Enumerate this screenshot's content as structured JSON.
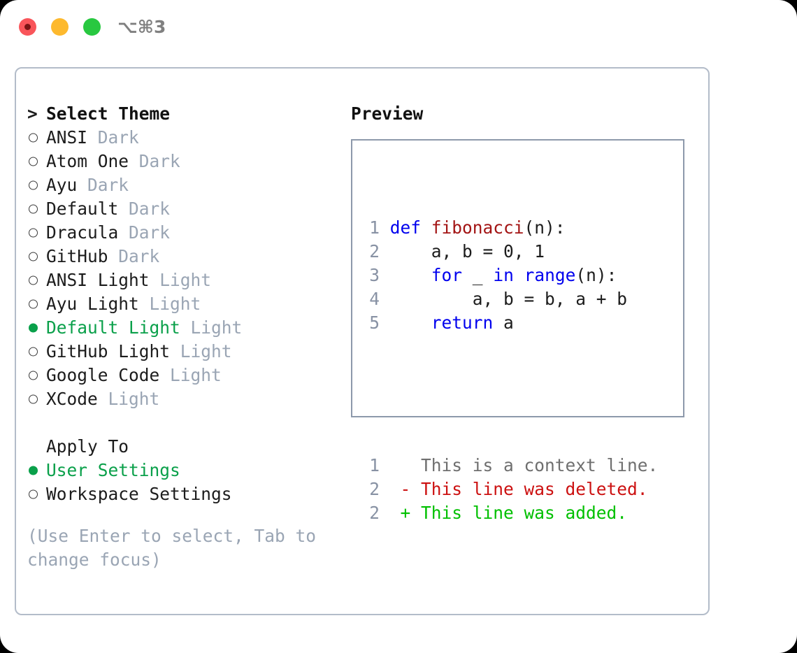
{
  "titlebar": {
    "shortcut": "⌥⌘3",
    "buttons": [
      {
        "name": "close",
        "color": "#f9555a"
      },
      {
        "name": "minimize",
        "color": "#fdb92e"
      },
      {
        "name": "maximize",
        "color": "#28c840"
      }
    ]
  },
  "left": {
    "header": {
      "marker": ">",
      "label": "Select Theme"
    },
    "themes": [
      {
        "marker": "○",
        "label": "ANSI",
        "tag": "Dark",
        "selected": false
      },
      {
        "marker": "○",
        "label": "Atom One",
        "tag": "Dark",
        "selected": false
      },
      {
        "marker": "○",
        "label": "Ayu",
        "tag": "Dark",
        "selected": false
      },
      {
        "marker": "○",
        "label": "Default",
        "tag": "Dark",
        "selected": false
      },
      {
        "marker": "○",
        "label": "Dracula",
        "tag": "Dark",
        "selected": false
      },
      {
        "marker": "○",
        "label": "GitHub",
        "tag": "Dark",
        "selected": false
      },
      {
        "marker": "○",
        "label": "ANSI Light",
        "tag": "Light",
        "selected": false
      },
      {
        "marker": "○",
        "label": "Ayu Light",
        "tag": "Light",
        "selected": false
      },
      {
        "marker": "●",
        "label": "Default Light",
        "tag": "Light",
        "selected": true
      },
      {
        "marker": "○",
        "label": "GitHub Light",
        "tag": "Light",
        "selected": false
      },
      {
        "marker": "○",
        "label": "Google Code",
        "tag": "Light",
        "selected": false
      },
      {
        "marker": "○",
        "label": "XCode",
        "tag": "Light",
        "selected": false
      }
    ],
    "apply_to": {
      "title": "Apply To",
      "options": [
        {
          "marker": "●",
          "label": "User Settings",
          "selected": true
        },
        {
          "marker": "○",
          "label": "Workspace Settings",
          "selected": false
        }
      ]
    },
    "hint": "(Use Enter to select, Tab to change focus)"
  },
  "right": {
    "preview_title": "Preview",
    "code_lines": [
      {
        "num": "1",
        "tokens": [
          {
            "t": "def ",
            "c": "kw"
          },
          {
            "t": "fibonacci",
            "c": "fn"
          },
          {
            "t": "(n):",
            "c": "plain"
          }
        ]
      },
      {
        "num": "2",
        "tokens": [
          {
            "t": "    a, b = 0, 1",
            "c": "plain"
          }
        ]
      },
      {
        "num": "3",
        "tokens": [
          {
            "t": "    ",
            "c": "plain"
          },
          {
            "t": "for",
            "c": "kw"
          },
          {
            "t": " _ ",
            "c": "plain"
          },
          {
            "t": "in range",
            "c": "kw"
          },
          {
            "t": "(n):",
            "c": "plain"
          }
        ]
      },
      {
        "num": "4",
        "tokens": [
          {
            "t": "        a, b = b, a + b",
            "c": "plain"
          }
        ]
      },
      {
        "num": "5",
        "tokens": [
          {
            "t": "    ",
            "c": "plain"
          },
          {
            "t": "return",
            "c": "kw"
          },
          {
            "t": " a",
            "c": "plain"
          }
        ]
      }
    ],
    "diff_lines": [
      {
        "num": "1",
        "sign": " ",
        "text": " This is a context line.",
        "kind": "diff-ctx"
      },
      {
        "num": "2",
        "sign": "-",
        "text": " This line was deleted.",
        "kind": "diff-del"
      },
      {
        "num": "2",
        "sign": "+",
        "text": " This line was added.",
        "kind": "diff-add"
      }
    ]
  },
  "colors": {
    "accent_green": "#0aa04a",
    "tag_gray": "#9aa5b4",
    "keyword_blue": "#0000ee",
    "function_red": "#a31515",
    "diff_add_green": "#00c000",
    "diff_del_red": "#cc1111",
    "panel_border": "#b3bcc9",
    "preview_border": "#8d99ab"
  }
}
